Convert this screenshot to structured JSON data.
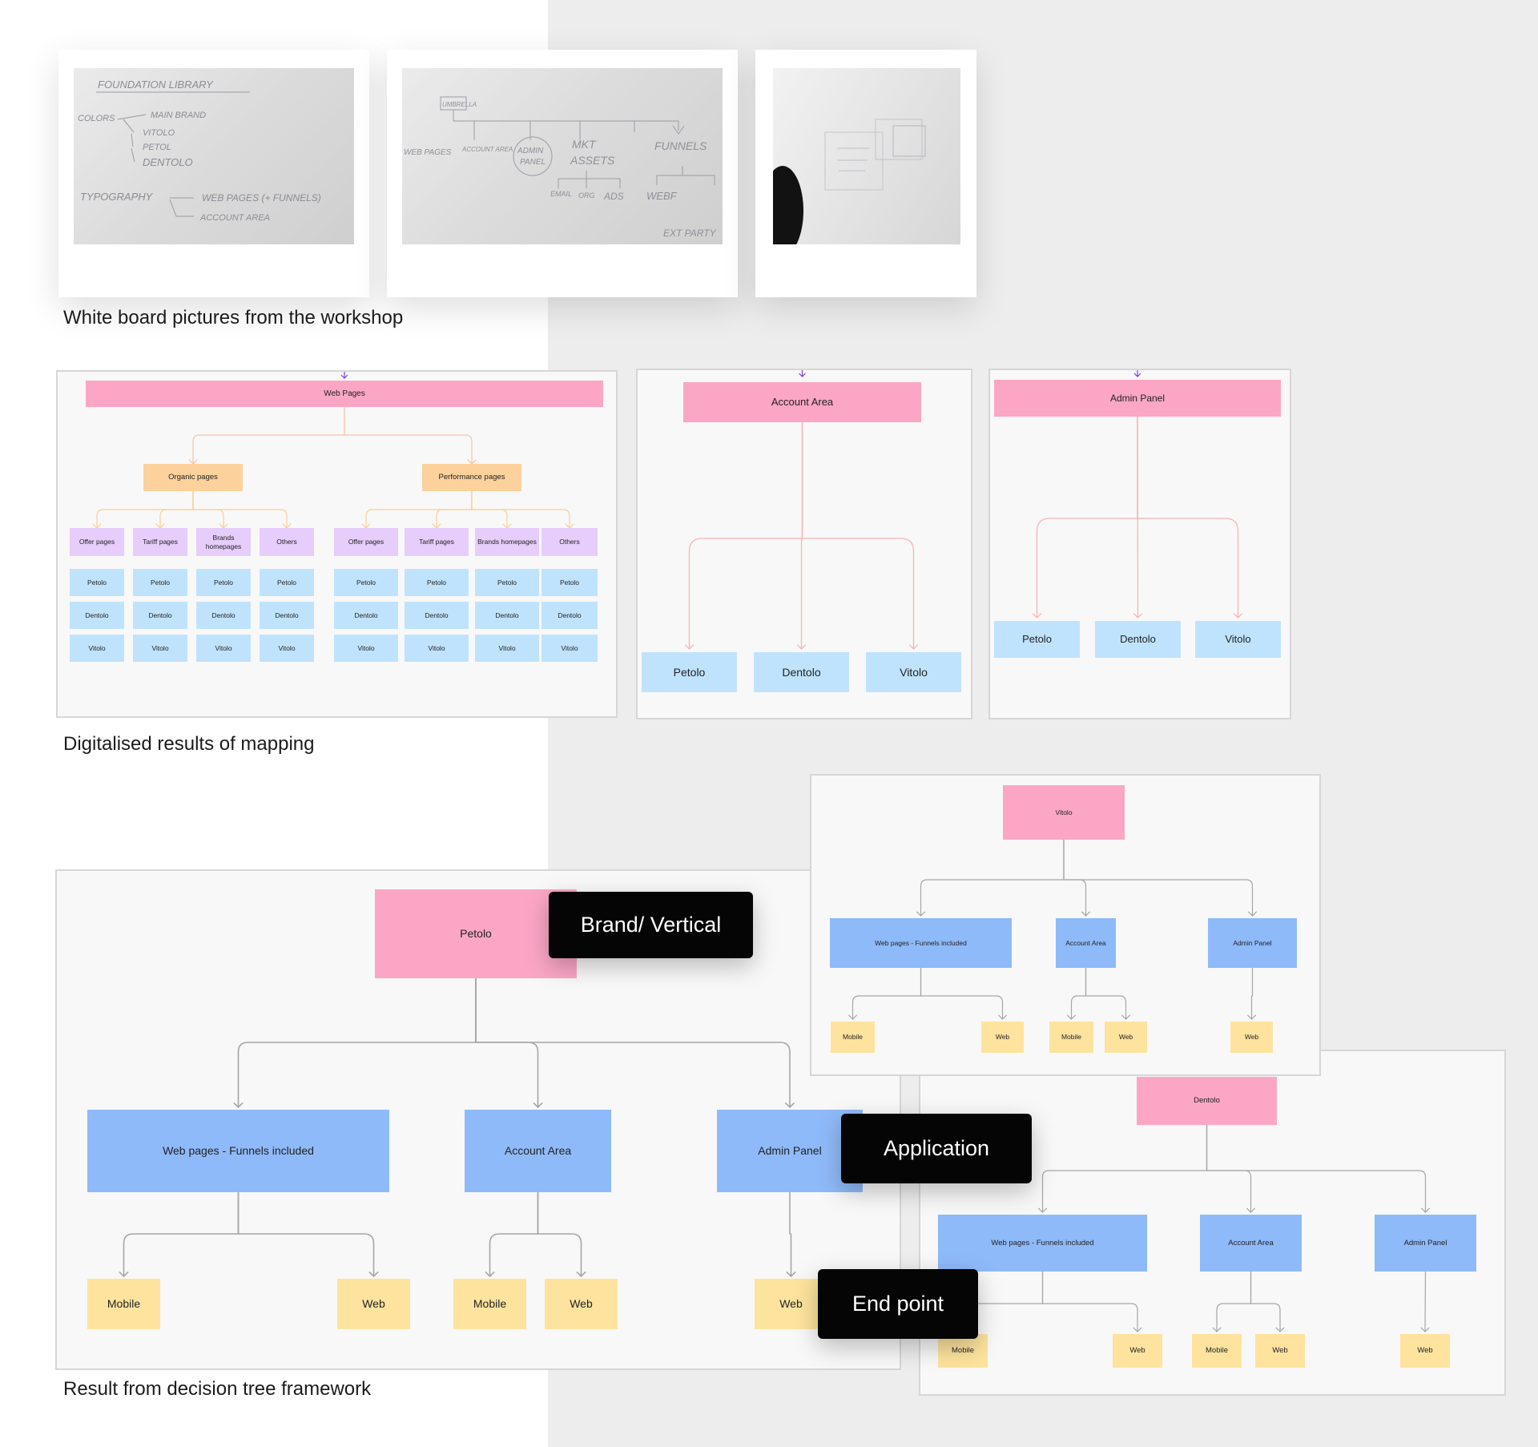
{
  "colors": {
    "brand_pink": "#fba6c5",
    "group_orange": "#fdd19c",
    "type_purple": "#e6cdfb",
    "leaf_sky": "#bfe3fd",
    "app_blue": "#8fbaf9",
    "endpoint_yellow": "#fde39d",
    "tag_black": "#050505"
  },
  "sections": {
    "whiteboard_caption": "White board  pictures from the workshop",
    "mapping_caption": "Digitalised results of mapping",
    "decision_caption": "Result from decision tree framework"
  },
  "whiteboards": {
    "photo1": {
      "title": "FOUNDATION  LIBRARY",
      "colors": "COLORS",
      "main_brand": "MAIN BRAND",
      "vitolo": "VITOLO",
      "petolo": "PETOL",
      "dentolo": "DENTOLO",
      "typography": "TYPOGRAPHY",
      "web_pages": "WEB PAGES (+ FUNNELS)",
      "account_area": "ACCOUNT  AREA"
    },
    "photo2": {
      "umbrella": "UMBRELLA",
      "web_pages": "WEB PAGES",
      "account_area": "ACCOUNT AREA",
      "admin": "ADMIN",
      "panel": "PANEL",
      "mkt": "MKT",
      "assets": "ASSETS",
      "funnels": "FUNNELS",
      "email": "EMAIL",
      "org": "ORG",
      "ads": "ADS",
      "webf": "WEBF",
      "ext_party": "EXT PARTY"
    }
  },
  "mapping": {
    "web": {
      "root": "Web Pages",
      "groups": [
        "Organic pages",
        "Performance pages"
      ],
      "types": [
        "Offer pages",
        "Tariff pages",
        "Brands homepages",
        "Others"
      ],
      "brands": [
        "Petolo",
        "Dentolo",
        "Vitolo"
      ]
    },
    "account": {
      "root": "Account Area",
      "leaves": [
        "Petolo",
        "Dentolo",
        "Vitolo"
      ]
    },
    "admin": {
      "root": "Admin Panel",
      "leaves": [
        "Petolo",
        "Dentolo",
        "Vitolo"
      ]
    }
  },
  "decision": {
    "petolo": {
      "root": "Petolo",
      "apps": [
        "Web pages - Funnels included",
        "Account Area",
        "Admin Panel"
      ],
      "endpoints": [
        "Mobile",
        "Web",
        "Mobile",
        "Web",
        "Web"
      ]
    },
    "vitolo": {
      "root": "Vitolo",
      "apps": [
        "Web pages - Funnels included",
        "Account Area",
        "Admin Panel"
      ],
      "endpoints": [
        "Mobile",
        "Web",
        "Mobile",
        "Web",
        "Web"
      ]
    },
    "dentolo": {
      "root": "Dentolo",
      "apps": [
        "Web pages - Funnels included",
        "Account Area",
        "Admin Panel"
      ],
      "endpoints": [
        "Mobile",
        "Web",
        "Mobile",
        "Web",
        "Web"
      ]
    }
  },
  "tags": {
    "brand_vertical": "Brand/ Vertical",
    "application": "Application",
    "end_point": "End point"
  }
}
